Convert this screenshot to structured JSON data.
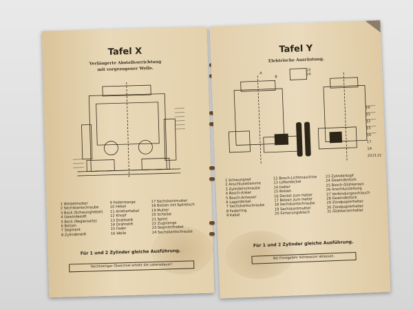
{
  "left_page": {
    "title": "Tafel X",
    "subtitle_line1": "Verlängerte Abstellvorrichtung",
    "subtitle_line2": "mit vorgezogener Welle.",
    "parts": [
      [
        "1 Winkelmutter",
        "2 Sechskantschraube",
        "3 Bock (Schwunghebel)",
        "4 Gewindestift",
        "5 Bock (Reglerseite)",
        "6 Bolzen",
        "7 Segment",
        "8 Zylinderstift"
      ],
      [
        "9 Federstange",
        "10 Hebel",
        "11 Arretierhebel",
        "12 Knopf",
        "13 Drahtstift",
        "14 Drahtstift",
        "15 Feder",
        "16 Welle"
      ],
      [
        "17 Sechskantmutter",
        "18 Bolzen mit Splintloch",
        "19 Mutter",
        "20 Scheibe",
        "21 Splint",
        "22 Zugstange",
        "23 Segmenthebel",
        "24 Sechskantschraube"
      ]
    ],
    "note": "Für 1 und 2 Zylinder gleiche Ausführung.",
    "box_text": "Rechtzeitiger Ölwechsel erhöht die Lebensdauer!"
  },
  "right_page": {
    "title": "Tafel Y",
    "subtitle": "Elektrische Ausrüstung.",
    "parts": [
      [
        "1 Schwungrad",
        "2 Anschlussklemme",
        "3 Zylinderschraube",
        "4 Bosch-Anker",
        "5 Bosch-Anlasser",
        "6 Lagerdeckel",
        "7 Sechskantschraube",
        "8 Federring",
        "9 Kabel"
      ],
      [
        "12 Bosch-Lichtmaschine",
        "13 Lüfterdeckel",
        "14 Halter",
        "15 Bolzen",
        "16 Deckel zum Halter",
        "17 Bolzen zum Halter",
        "18 Sechskantschraube",
        "19 Sechskantmutter",
        "20 Sicherungsblech"
      ],
      [
        "23 Zylinderkopf",
        "24 Gewindestück",
        "25 Bosch-Glühkerzen",
        "26 Anschlussleitung",
        "27 Verbindungsschlauch",
        "28 Gewindestück",
        "29 Zündpapierhalter",
        "30 Zündpapierhalter",
        "31 Glühkerzenhalter"
      ]
    ],
    "figure_labels": [
      "A",
      "B",
      "23",
      "24",
      "10",
      "11",
      "12",
      "15",
      "16",
      "17",
      "19",
      "20",
      "21",
      "22"
    ],
    "note": "Für 1 und 2 Zylinder gleiche Ausführung.",
    "box_text": "Bei Frostgefahr Kühlwasser ablassen."
  }
}
